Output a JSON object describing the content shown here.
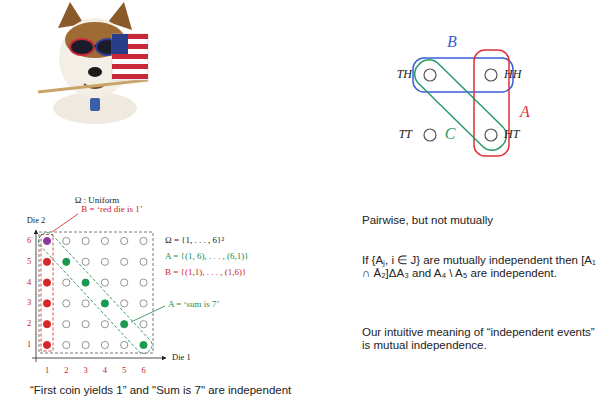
{
  "diagram": {
    "labels": [
      "TH",
      "HH",
      "TT",
      "HT",
      "B",
      "A",
      "C",
      "Ω : Uniform",
      "B = ‘red die is 1’",
      "Ω = {1, . . . , 6}²",
      "A = {(1, 6), . . . , (6,1)}",
      "B = {(1,1), . . . , (1,6)}",
      "A = ‘sum is 7’",
      "Die 2",
      "Die 1",
      "6",
      "5",
      "4",
      "3",
      "2",
      "1",
      "1",
      "2",
      "3",
      "4",
      "5",
      "6",
      "Pairwise, but not mutually",
      "If {Aⱼ, i ∈ J} are mutually independent then [A₁ ∩ Ā₂]ΔA₃ and A₄ \\ A₅ are independent.",
      "Our intuitive meaning of “independent events” is mutual independence.",
      "“First coin yields 1” and \"Sum is 7\" are independent"
    ]
  }
}
